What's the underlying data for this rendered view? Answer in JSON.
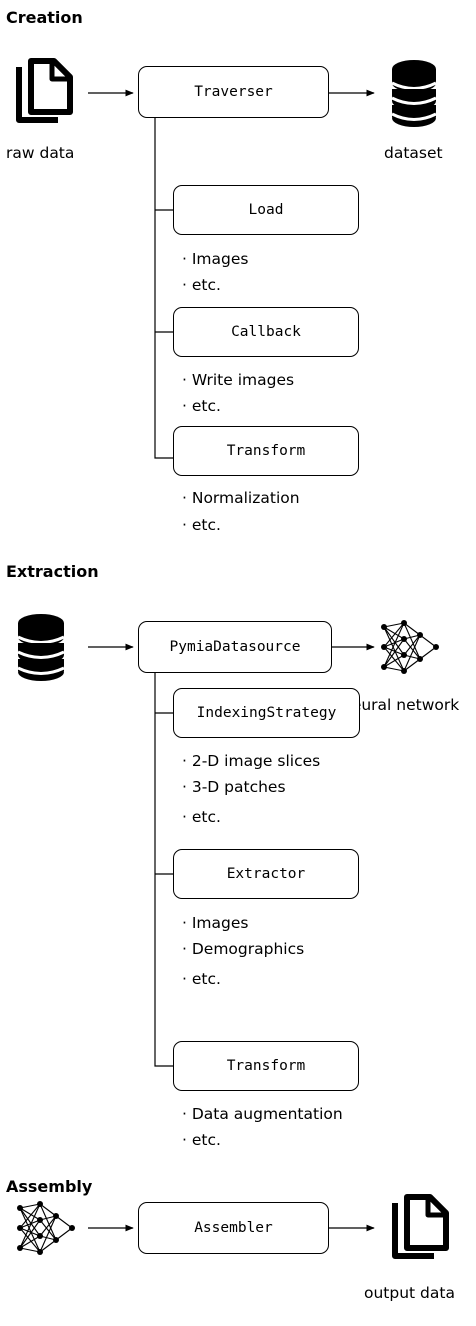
{
  "sections": {
    "creation": {
      "title": "Creation",
      "input_label": "raw data",
      "main_box": "Traverser",
      "output_label": "dataset",
      "sub": [
        {
          "box": "Load",
          "items": [
            "· Images",
            "· etc."
          ]
        },
        {
          "box": "Callback",
          "items": [
            "· Write images",
            "· etc."
          ]
        },
        {
          "box": "Transform",
          "items": [
            "· Normalization",
            "· etc."
          ]
        }
      ]
    },
    "extraction": {
      "title": "Extraction",
      "main_box": "PymiaDatasource",
      "output_label": "neural network",
      "sub": [
        {
          "box": "IndexingStrategy",
          "items": [
            "· 2-D image slices",
            "· 3-D patches",
            "· etc."
          ]
        },
        {
          "box": "Extractor",
          "items": [
            "· Images",
            "· Demographics",
            "· etc."
          ]
        },
        {
          "box": "Transform",
          "items": [
            "· Data augmentation",
            "· etc."
          ]
        }
      ]
    },
    "assembly": {
      "title": "Assembly",
      "main_box": "Assembler",
      "output_label": "output data"
    }
  },
  "icons": {
    "raw_data": "documents-icon",
    "dataset": "database-icon",
    "neural_network": "neural-network-icon",
    "output_data": "documents-icon"
  }
}
